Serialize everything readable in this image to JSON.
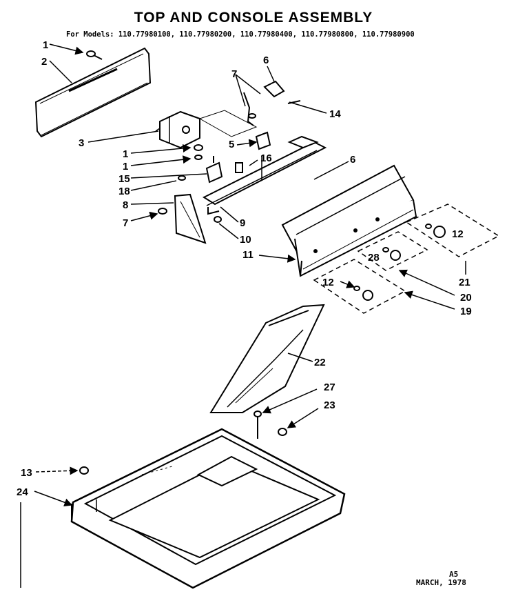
{
  "header": {
    "title": "TOP AND CONSOLE ASSEMBLY",
    "models": "For Models: 110.77980100, 110.77980200, 110.77980400, 110.77980800, 110.77980900"
  },
  "footer": {
    "initials": "A5",
    "date": "MARCH, 1978"
  },
  "callouts": [
    "1",
    "2",
    "3",
    "1",
    "1",
    "15",
    "18",
    "8",
    "7",
    "7",
    "6",
    "14",
    "5",
    "16",
    "6",
    "9",
    "10",
    "11",
    "12",
    "28",
    "12",
    "21",
    "20",
    "19",
    "22",
    "27",
    "23",
    "13",
    "24"
  ]
}
